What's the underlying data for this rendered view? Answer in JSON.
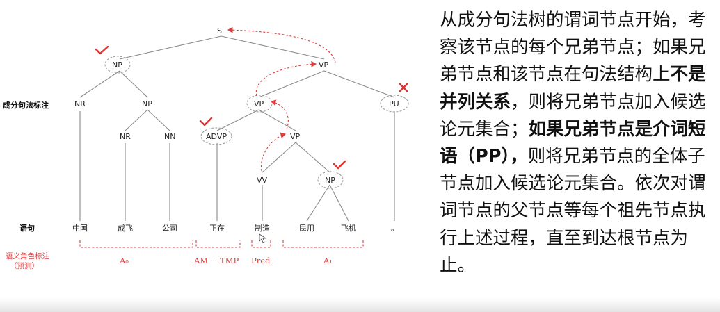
{
  "tree": {
    "row_labels": {
      "syntax": "成分句法标注",
      "sentence": "语句",
      "srl_line1": "语义角色标注",
      "srl_line2": "（预测）"
    },
    "nodes": {
      "s": "S",
      "np_top": "NP",
      "vp_top": "VP",
      "nr_left": "NR",
      "np_mid": "NP",
      "vp_mid": "VP",
      "pu": "PU",
      "nr_inner": "NR",
      "nn": "NN",
      "advp": "ADVP",
      "vp_inner": "VP",
      "vv": "VV",
      "np_obj": "NP"
    },
    "words": [
      "中国",
      "成飞",
      "公司",
      "正在",
      "制造",
      "民用",
      "飞机",
      "。"
    ],
    "roles": {
      "a0": "A₀",
      "am_tmp": "AM − TMP",
      "pred": "Pred",
      "a1": "A₁"
    },
    "colors": {
      "accent": "#d94040",
      "edge": "#8a8a8a"
    }
  },
  "explanation": {
    "p1": "从成分句法树的谓词节点开始，考察该节点的每个兄弟节点；如果兄弟节点和该节点在句法结构上",
    "b1": "不是并列关系",
    "p2": "，则将兄弟节点加入候选论元集合；",
    "b2": "如果兄弟节点是介词短语（PP），",
    "p3": "则将兄弟节点的全体子节点加入候选论元集合。依次对谓词节点的父节点等每个祖先节点执行上述过程，直至到达根节点为止。"
  }
}
